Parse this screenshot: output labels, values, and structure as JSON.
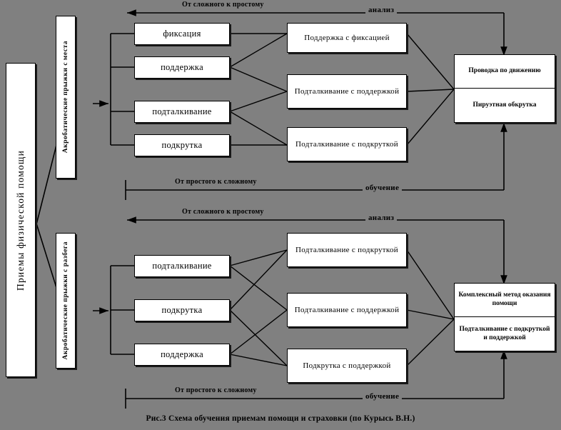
{
  "figure": {
    "caption": "Рис.3  Схема обучения приемам помощи и страховки (по Курысь В.Н.)",
    "background_color": "#808080",
    "box_fill": "#ffffff",
    "line_color": "#000000"
  },
  "root": {
    "label": "Приемы физической помощи"
  },
  "sections": [
    {
      "id": "top",
      "category": "Акробатические прыжки с места",
      "techniques": [
        {
          "label": "фиксация"
        },
        {
          "label": "поддержка"
        },
        {
          "label": "подталкивание"
        },
        {
          "label": "подкрутка"
        }
      ],
      "combinations": [
        {
          "label": "Поддержка с фиксацией"
        },
        {
          "label": "Подталкивание с поддержкой"
        },
        {
          "label": "Подталкивание с подкруткой"
        }
      ],
      "result": {
        "top": "Проводка по движению",
        "bottom": "Пируэтная обкрутка"
      },
      "flow_top": {
        "direction": "От сложного к простому",
        "process": "анализ"
      },
      "flow_bottom": {
        "direction": "От простого к сложному",
        "process": "обучение"
      }
    },
    {
      "id": "bottom",
      "category": "Акробатические прыжки с разбега",
      "techniques": [
        {
          "label": "подталкивание"
        },
        {
          "label": "подкрутка"
        },
        {
          "label": "поддержка"
        }
      ],
      "combinations": [
        {
          "label": "Подталкивание с подкруткой"
        },
        {
          "label": "Подталкивание с поддержкой"
        },
        {
          "label": "Подкрутка с поддержкой"
        }
      ],
      "result": {
        "top": "Комплексный метод оказания помощи",
        "bottom": "Подталкивание с подкруткой и поддержкой"
      },
      "flow_top": {
        "direction": "От сложного к простому",
        "process": "анализ"
      },
      "flow_bottom": {
        "direction": "От простого к сложному",
        "process": "обучение"
      }
    }
  ]
}
